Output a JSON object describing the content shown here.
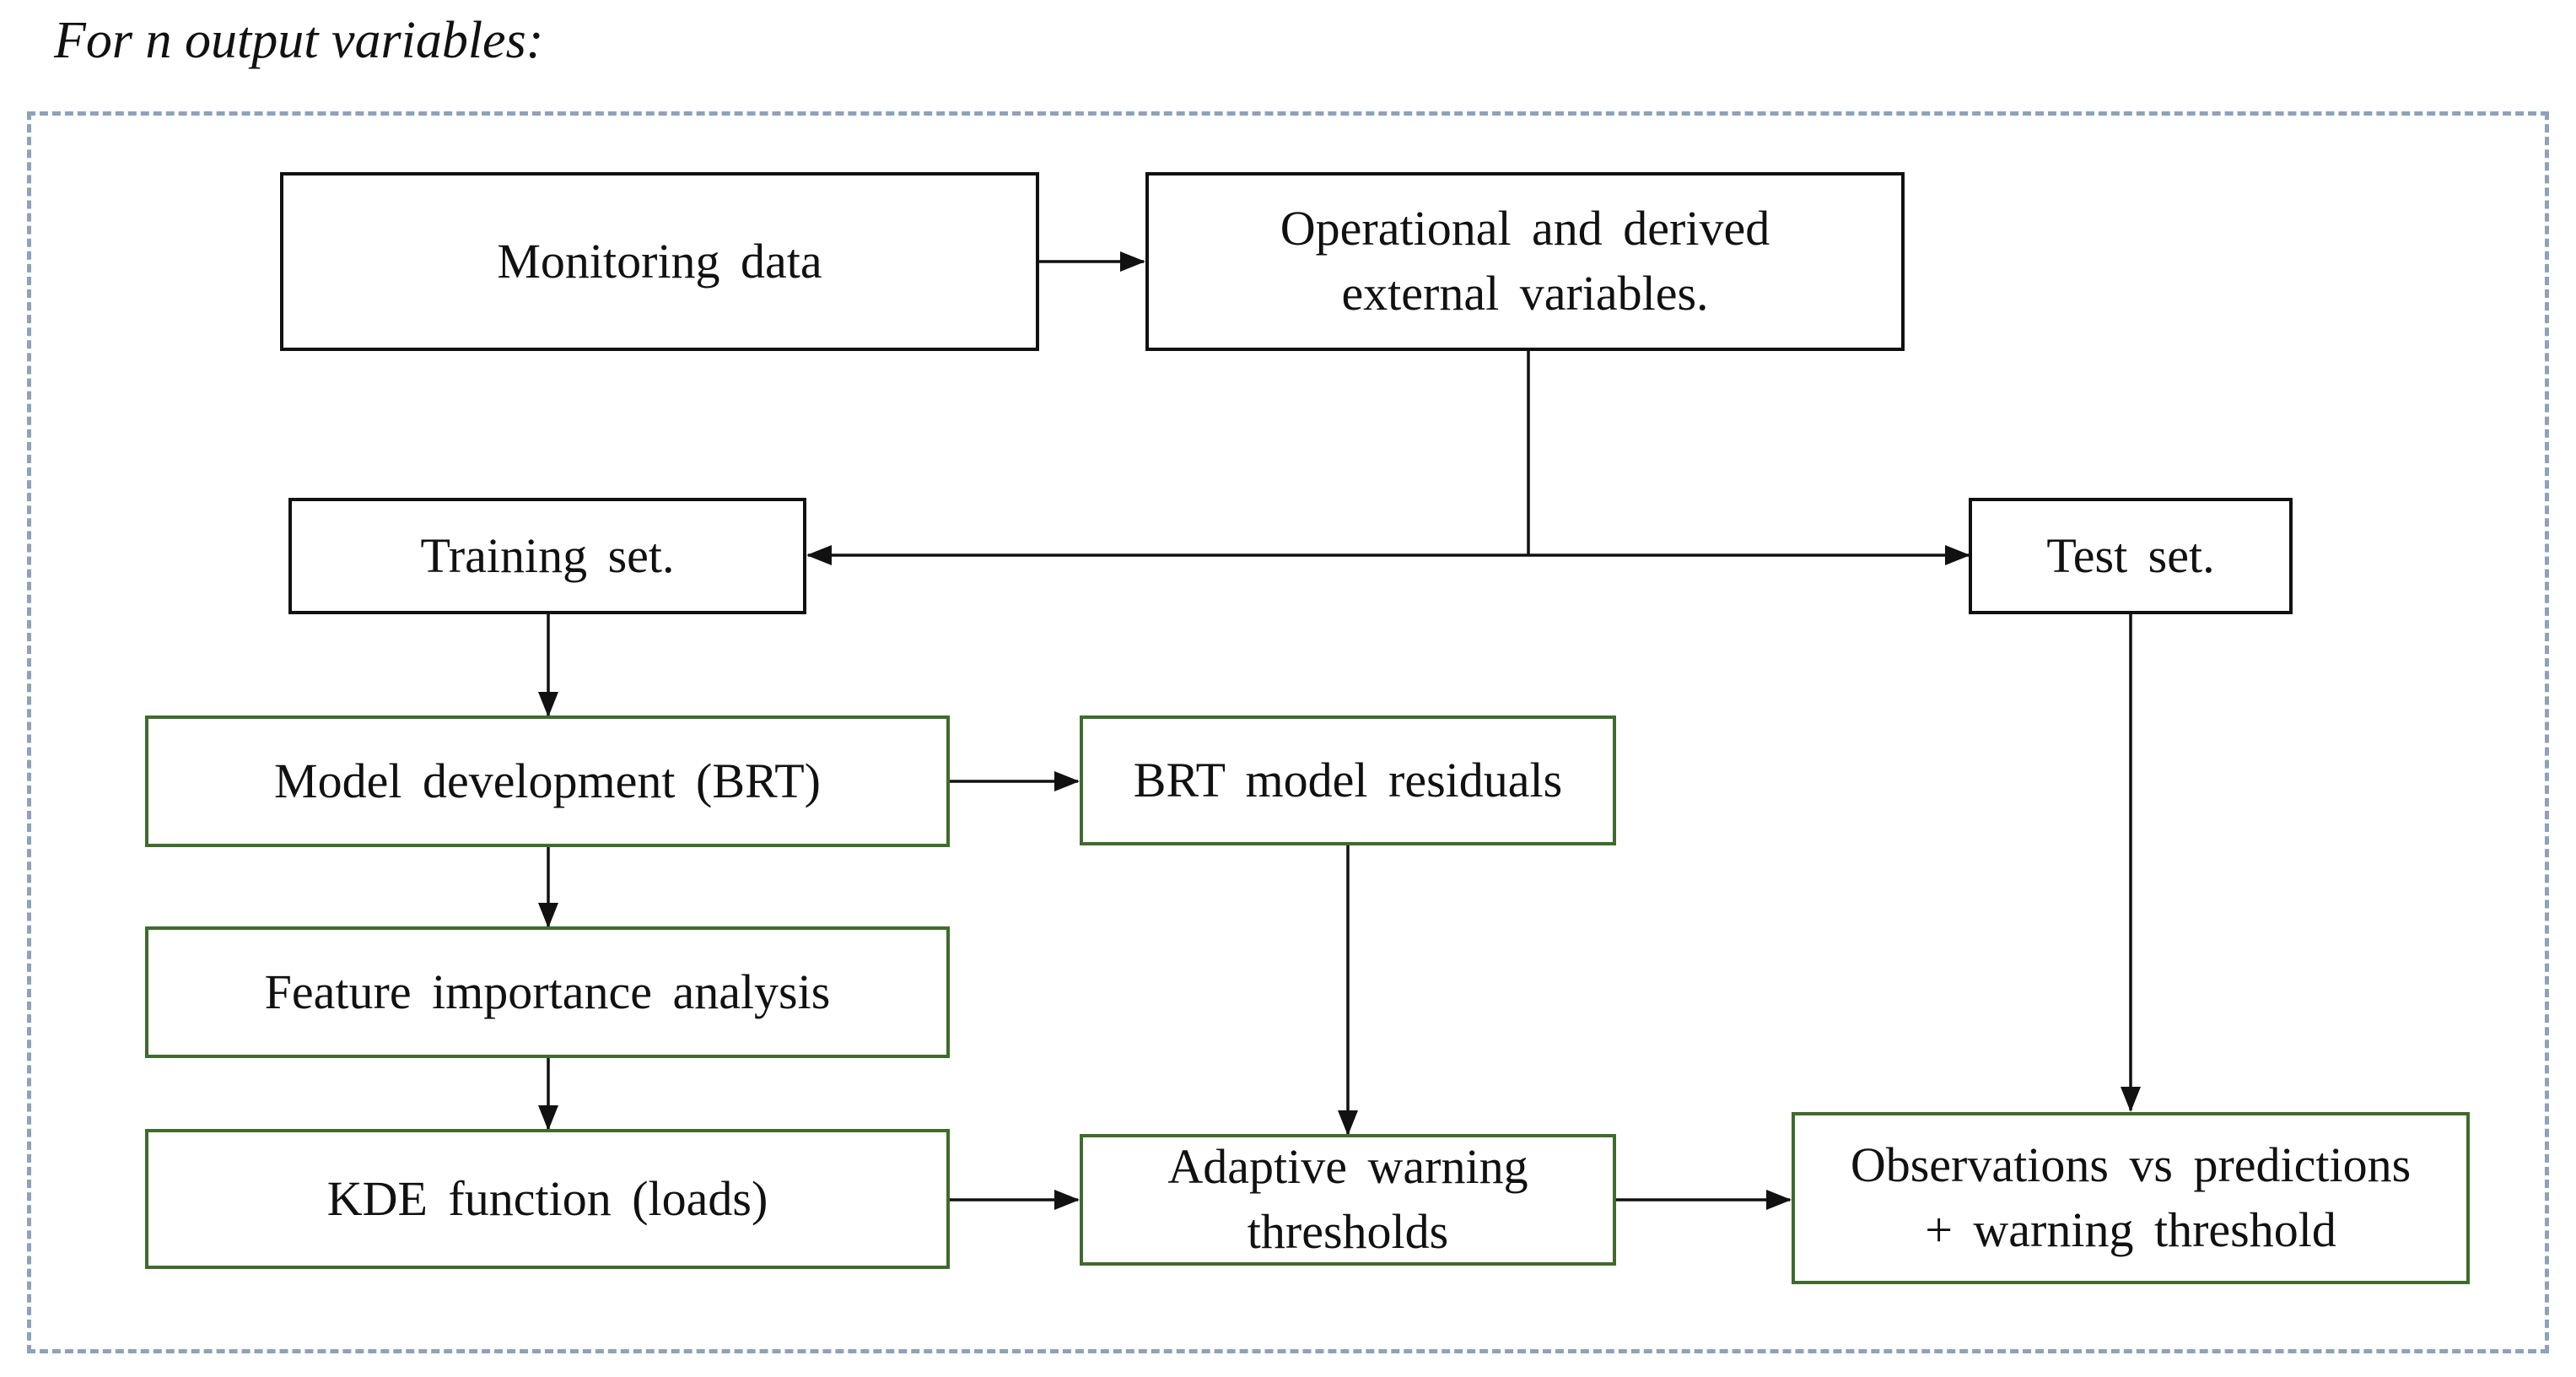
{
  "caption": "For n output variables:",
  "nodes": {
    "monitoring": {
      "label": "Monitoring data"
    },
    "operational": {
      "line1": "Operational and derived",
      "line2": "external variables."
    },
    "training": {
      "label": "Training set."
    },
    "test": {
      "label": "Test set."
    },
    "model_dev": {
      "label": "Model development (BRT)"
    },
    "residuals": {
      "label": "BRT model residuals"
    },
    "feature": {
      "label": "Feature importance analysis"
    },
    "kde": {
      "label": "KDE function (loads)"
    },
    "adaptive": {
      "line1": "Adaptive warning",
      "line2": "thresholds"
    },
    "observations": {
      "line1": "Observations vs predictions",
      "line2": "+ warning threshold"
    }
  },
  "colors": {
    "frame_dash": "#8ea2b8",
    "black_border": "#111111",
    "green_border": "#3f6b2c",
    "arrow": "#111111"
  }
}
